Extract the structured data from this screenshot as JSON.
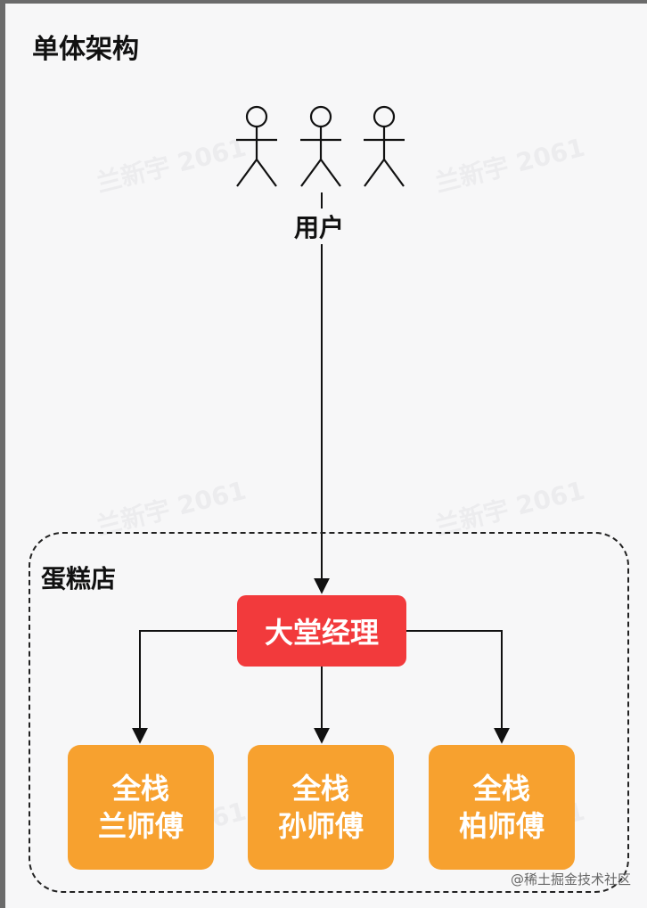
{
  "title": "单体架构",
  "watermark": "兰新宇 2061",
  "users": {
    "label": "用户",
    "count": 3
  },
  "group": {
    "label": "蛋糕店"
  },
  "manager": {
    "label": "大堂经理",
    "color": "#f23a3c"
  },
  "workers": [
    {
      "line1": "全栈",
      "line2": "兰师傅"
    },
    {
      "line1": "全栈",
      "line2": "孙师傅"
    },
    {
      "line1": "全栈",
      "line2": "柏师傅"
    }
  ],
  "worker_color": "#f7a12f",
  "credit": "@稀土掘金技术社区"
}
